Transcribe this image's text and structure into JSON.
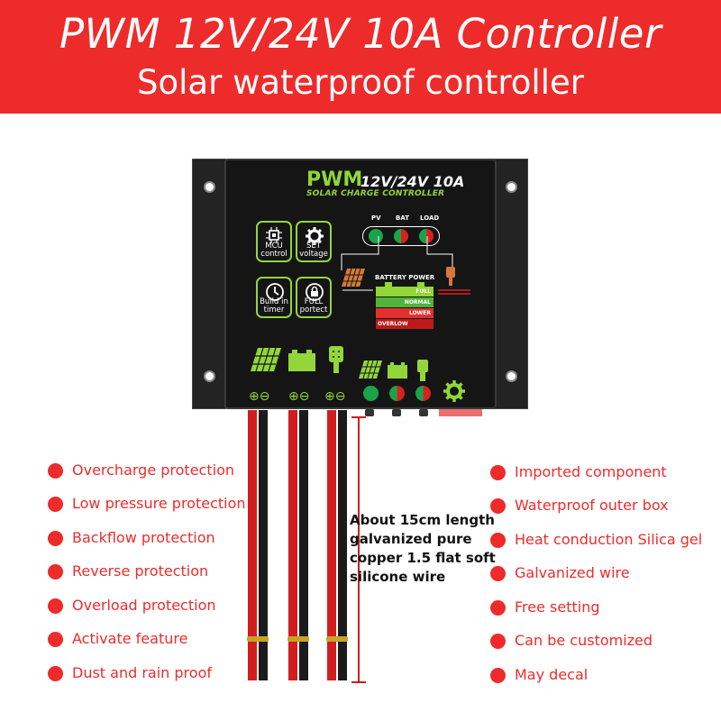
{
  "banner": {
    "title": "PWM 12V/24V 10A Controller",
    "subtitle": "Solar waterproof controller"
  },
  "device": {
    "brand": "PWM",
    "model": "12V/24V 10A",
    "subtitle": "SOLAR CHARGE CONTROLLER",
    "features": [
      {
        "label": "MCU\ncontrol",
        "icon": "chip-icon"
      },
      {
        "label": "SET\nvoltage",
        "icon": "gear-icon"
      },
      {
        "label": "Build in\ntimer",
        "icon": "clock-icon"
      },
      {
        "label": "FULL\nportect",
        "icon": "lock-icon"
      }
    ],
    "indicators": {
      "pv": "PV",
      "bat": "BAT",
      "load": "LOAD"
    },
    "battery": {
      "title": "BATTERY POWER",
      "levels": [
        "FULL",
        "NORMAL",
        "LOWER",
        "OVERLOW"
      ]
    },
    "terminal_sign": "⊕⊖"
  },
  "note": "About 15cm length galvanized pure copper 1.5 flat soft silicone wire",
  "left_features": [
    "Overcharge protection",
    "Low pressure protection",
    "Backflow protection",
    "Reverse protection",
    "Overload protection",
    "Activate feature",
    "Dust and rain proof"
  ],
  "right_features": [
    "Imported component",
    "Waterproof outer box",
    "Heat conduction Silica gel",
    "Galvanized wire",
    "Free setting",
    "Can be customized",
    "May decal"
  ],
  "colors": {
    "accent": "#ee2b2b",
    "panel": "#151515",
    "green": "#92d63a"
  }
}
